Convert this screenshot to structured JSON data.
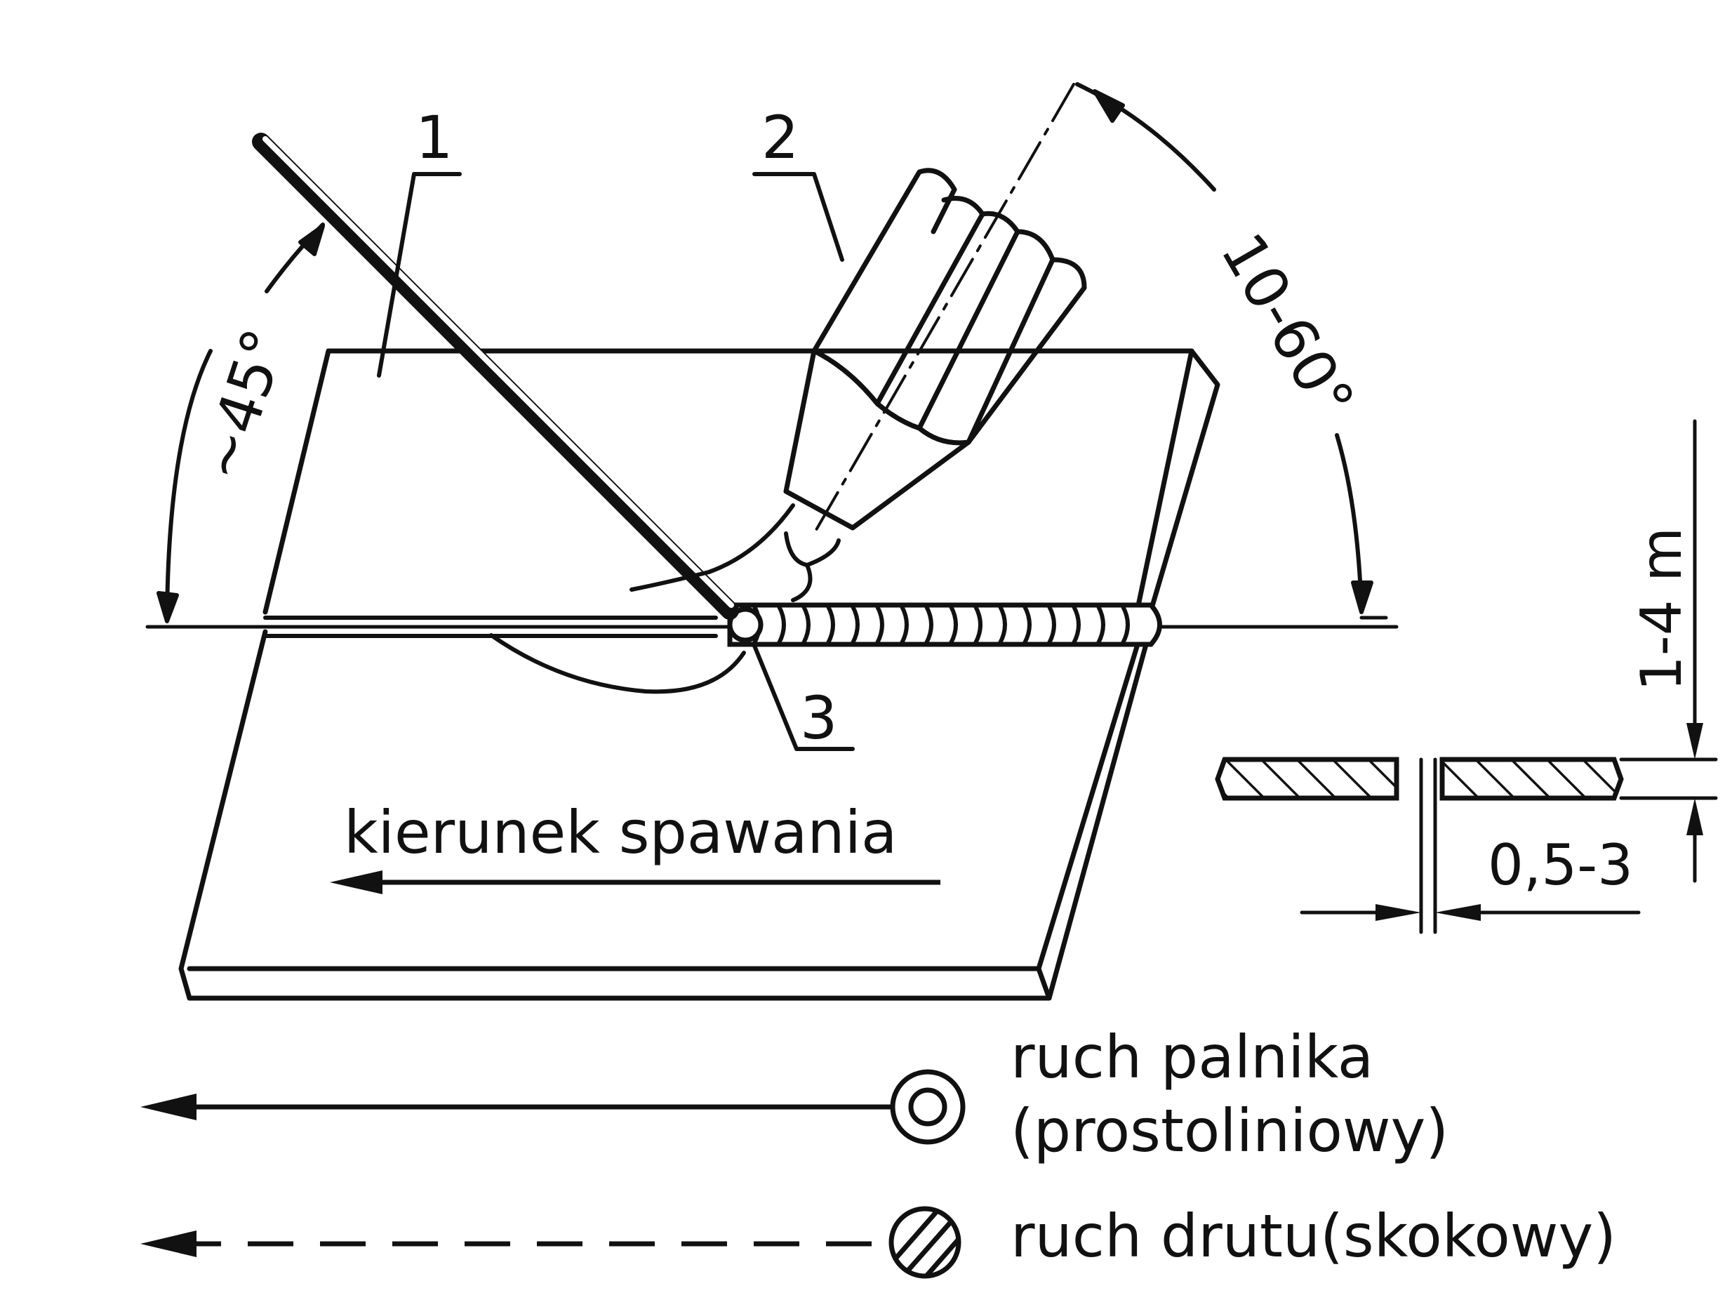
{
  "labels": {
    "part1": "1",
    "part2": "2",
    "part3": "3",
    "angle_filler": "~45°",
    "angle_torch": "10-60°",
    "direction": "kierunek spawania",
    "thickness": "1-4 m",
    "gap": "0,5-3"
  },
  "legend": {
    "torch_line1": "ruch palnika",
    "torch_line2": "(prostoliniowy)",
    "wire": "ruch drutu(skokowy)"
  },
  "colors": {
    "ink": "#111111",
    "paper": "#ffffff"
  }
}
